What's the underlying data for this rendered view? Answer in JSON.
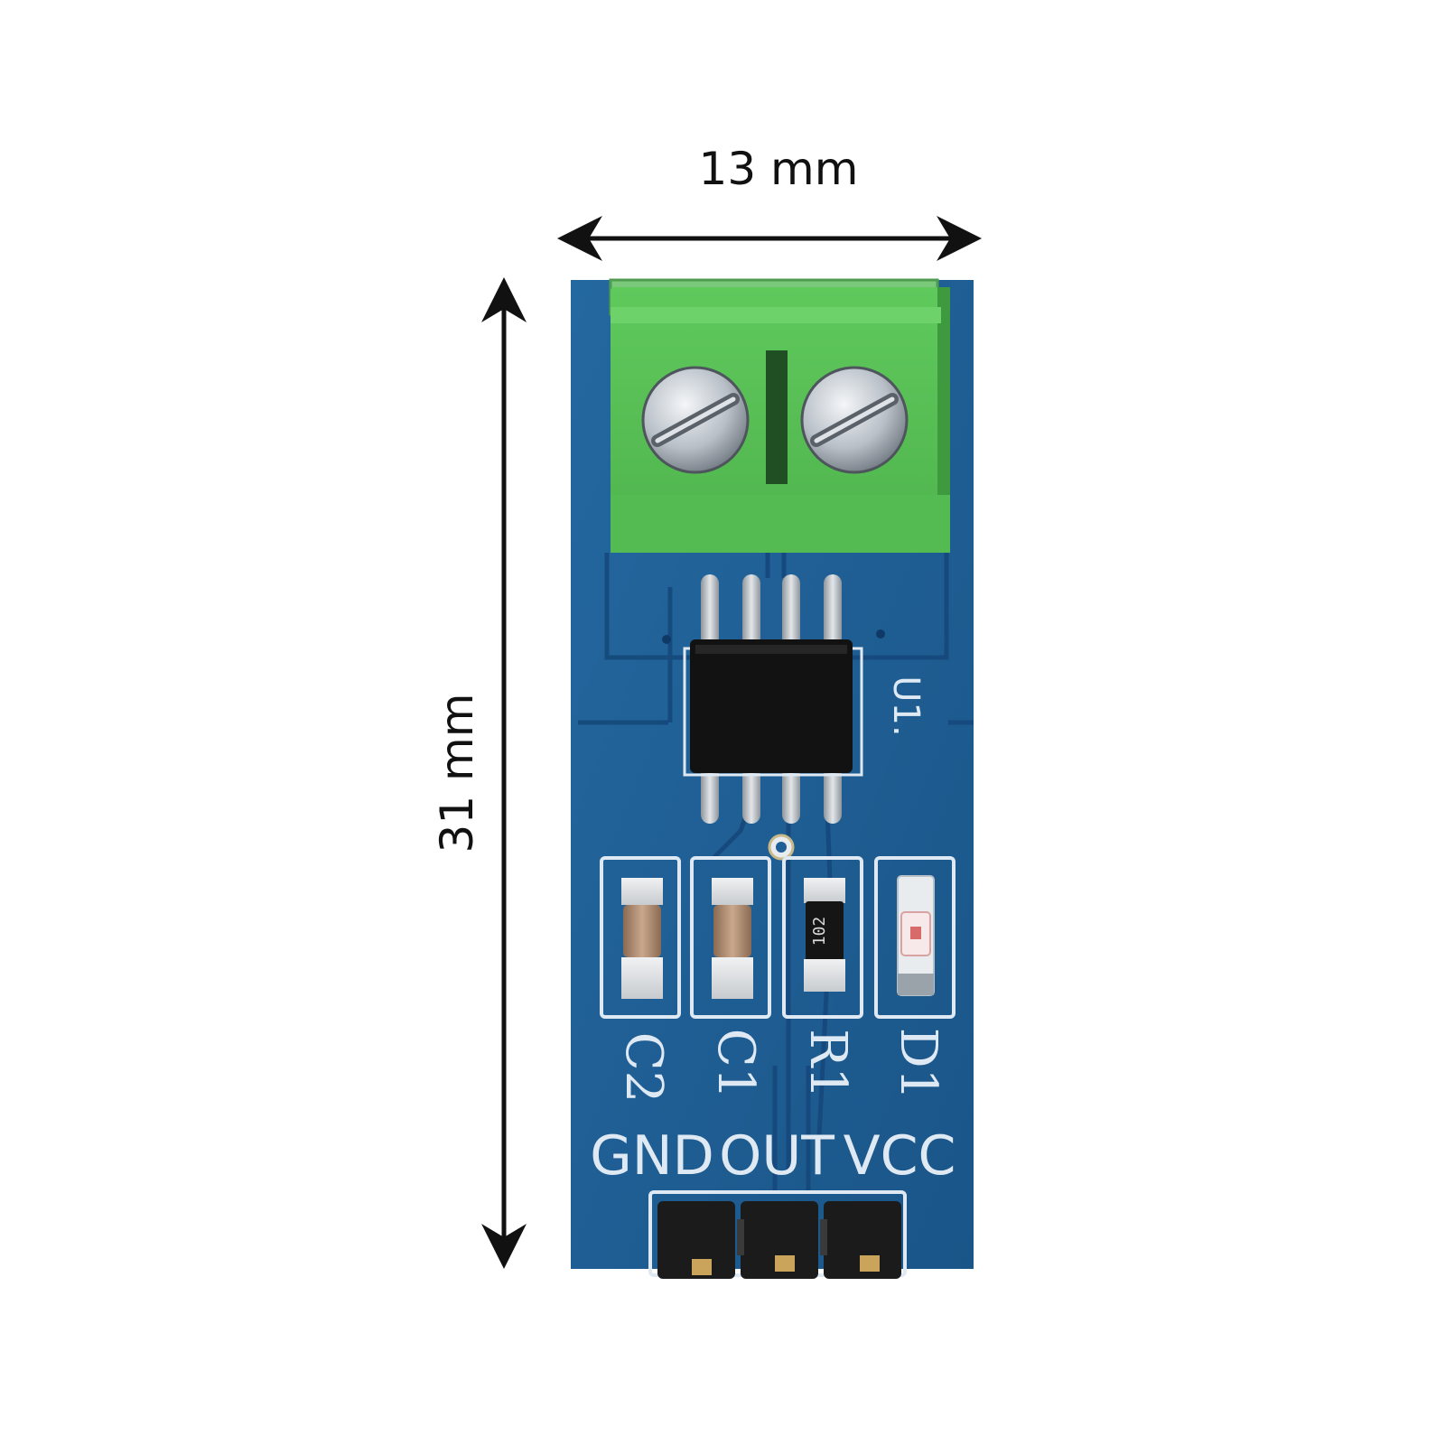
{
  "dimensions": {
    "width_label": "13 mm",
    "height_label": "31 mm"
  },
  "board": {
    "chip_label": "U1.",
    "components": [
      {
        "ref": "C2",
        "kind": "capacitor"
      },
      {
        "ref": "C1",
        "kind": "capacitor"
      },
      {
        "ref": "R1",
        "kind": "resistor",
        "marking": "102"
      },
      {
        "ref": "D1",
        "kind": "led"
      }
    ],
    "pins": [
      "GND",
      "OUT",
      "VCC"
    ],
    "colors": {
      "pcb": "#1f5f95",
      "terminal": "#5cc25a",
      "silkscreen": "#dfe9f3"
    }
  }
}
